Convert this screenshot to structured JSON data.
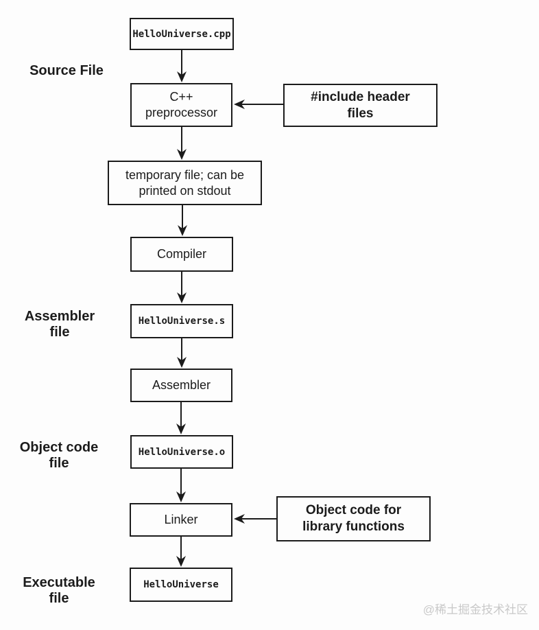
{
  "flowchart": {
    "boxes": {
      "source_file": "HelloUniverse.cpp",
      "preprocessor": "C++\npreprocessor",
      "include_headers": "#include header\nfiles",
      "temp_file": "temporary file; can be\nprinted on stdout",
      "compiler": "Compiler",
      "assembly_file": "HelloUniverse.s",
      "assembler": "Assembler",
      "object_file": "HelloUniverse.o",
      "linker": "Linker",
      "library_objects": "Object code for\nlibrary functions",
      "executable": "HelloUniverse"
    },
    "stage_labels": {
      "source": "Source File",
      "assembler_file": "Assembler\nfile",
      "object_code_file": "Object code\nfile",
      "executable_file": "Executable\nfile"
    },
    "watermark": "@稀土掘金技术社区",
    "colors": {
      "line": "#1b1b1b",
      "background": "#fdfdfd",
      "watermark": "#c9c9c9"
    }
  }
}
